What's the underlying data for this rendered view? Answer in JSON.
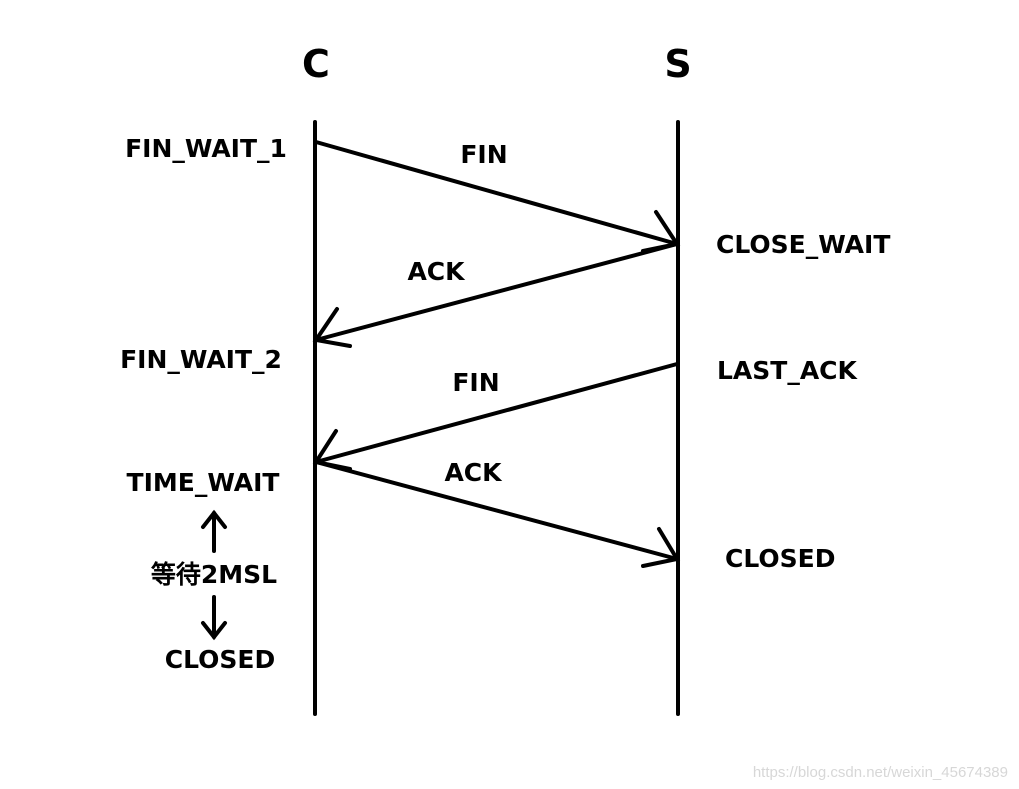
{
  "hosts": {
    "client": "C",
    "server": "S"
  },
  "client_states": {
    "fin_wait_1": "FIN_WAIT_1",
    "fin_wait_2": "FIN_WAIT_2",
    "time_wait": "TIME_WAIT",
    "wait_2msl": "等待2MSL",
    "closed": "CLOSED"
  },
  "server_states": {
    "close_wait": "CLOSE_WAIT",
    "last_ack": "LAST_ACK",
    "closed": "CLOSED"
  },
  "messages": {
    "fin_1": "FIN",
    "ack_1": "ACK",
    "fin_2": "FIN",
    "ack_2": "ACK"
  },
  "watermark": "https://blog.csdn.net/weixin_45674389",
  "colors": {
    "line": "#000000",
    "background": "#ffffff",
    "watermark": "#d7d7d7"
  }
}
